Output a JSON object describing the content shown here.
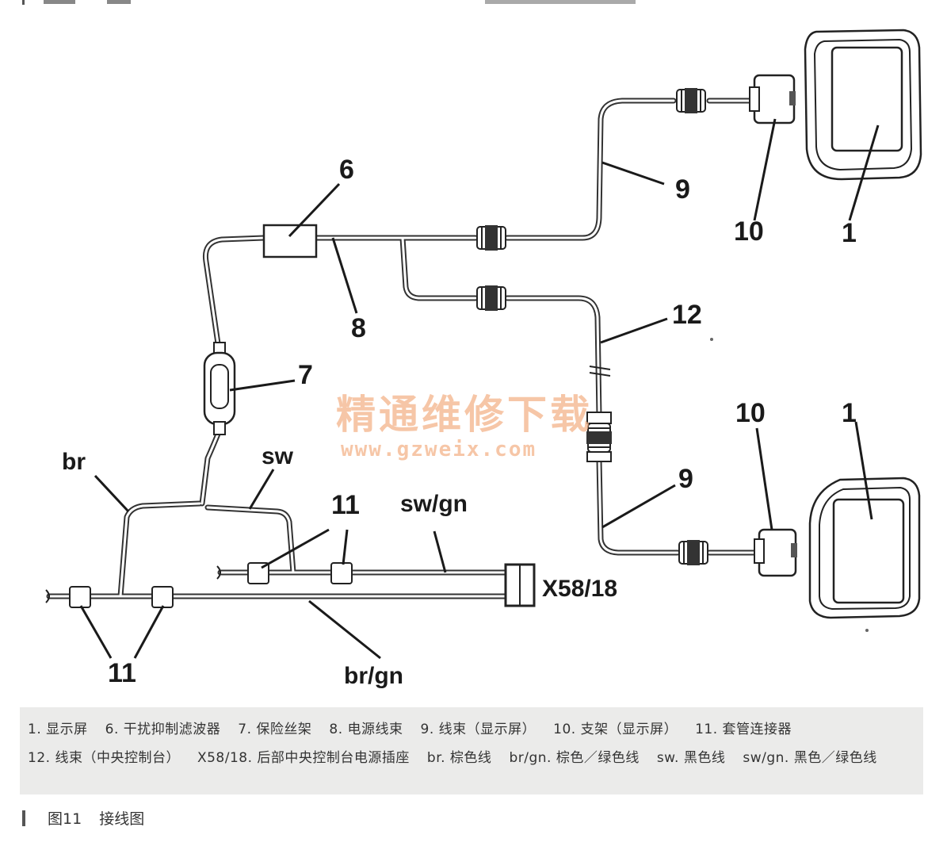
{
  "labels": {
    "c1a": "1",
    "c1b": "1",
    "c6": "6",
    "c7": "7",
    "c8": "8",
    "c9a": "9",
    "c9b": "9",
    "c10a": "10",
    "c10b": "10",
    "c11a": "11",
    "c11b": "11",
    "c12": "12",
    "br": "br",
    "sw": "sw",
    "swgn": "sw/gn",
    "brgn": "br/gn",
    "x58": "X58/18"
  },
  "watermark": {
    "line1": "精通维修下载",
    "line2": "www.gzweix.com"
  },
  "legend": [
    "1. 显示屏",
    "6. 干扰抑制滤波器",
    "7. 保险丝架",
    "8. 电源线束",
    "9. 线束（显示屏）",
    "10. 支架（显示屏）",
    "11. 套管连接器",
    "12. 线束（中央控制台）",
    "X58/18. 后部中央控制台电源插座",
    "br. 棕色线",
    "br/gn. 棕色／绿色线",
    "sw. 黑色线",
    "sw/gn. 黑色／绿色线"
  ],
  "caption": {
    "number": "图11",
    "title": "接线图"
  }
}
